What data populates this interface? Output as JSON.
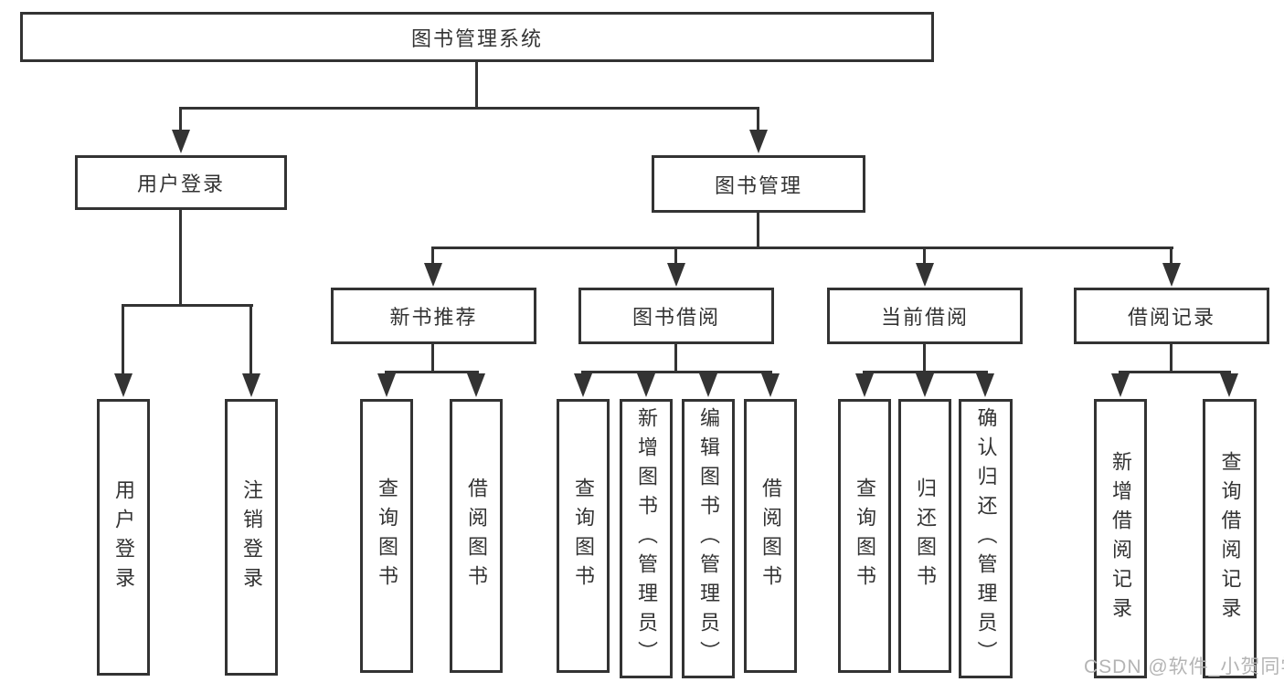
{
  "diagram_title": "图书管理系统",
  "tree": {
    "root": {
      "label": "图书管理系统"
    },
    "branches": [
      {
        "label": "用户登录",
        "children": [
          "用户登录",
          "注销登录"
        ]
      },
      {
        "label": "图书管理",
        "children": [
          {
            "label": "新书推荐",
            "children": [
              "查询图书",
              "借阅图书"
            ]
          },
          {
            "label": "图书借阅",
            "children": [
              "查询图书",
              "新增图书（管理员）",
              "编辑图书（管理员）",
              "借阅图书"
            ]
          },
          {
            "label": "当前借阅",
            "children": [
              "查询图书",
              "归还图书",
              "确认归还（管理员）"
            ]
          },
          {
            "label": "借阅记录",
            "children": [
              "新增借阅记录",
              "查询借阅记录"
            ]
          }
        ]
      }
    ]
  },
  "watermark": {
    "text": "CSDN @软件_小贺同学",
    "color": "#b4b4b4"
  },
  "colors": {
    "line": "#333333",
    "text": "#333333",
    "background": "#ffffff"
  }
}
